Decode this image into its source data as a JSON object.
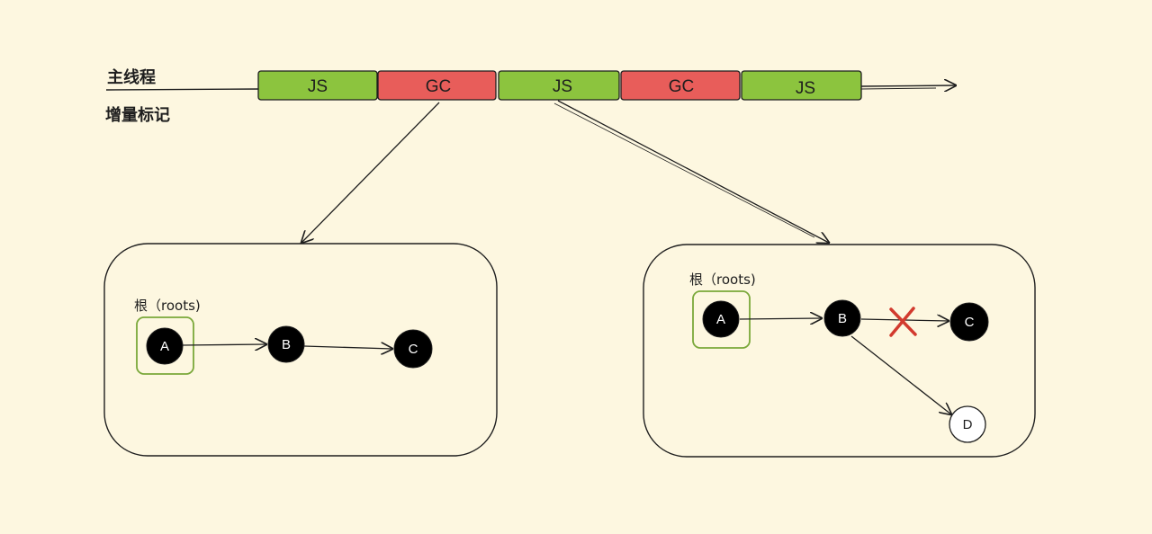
{
  "main_thread_label": "主线程",
  "incremental_label": "增量标记",
  "colors": {
    "background": "#fdf7e0",
    "js_green": "#8cc43e",
    "gc_red": "#e85d5a",
    "root_outline": "#7aa83a",
    "cross_red": "#d23a2e",
    "stroke": "#1e1e1e"
  },
  "timeline": [
    {
      "type": "js",
      "label": "JS"
    },
    {
      "type": "gc",
      "label": "GC"
    },
    {
      "type": "js",
      "label": "JS"
    },
    {
      "type": "gc",
      "label": "GC"
    },
    {
      "type": "js",
      "label": "JS"
    }
  ],
  "left_box": {
    "root_label": "根（roots)",
    "nodes": [
      {
        "id": "A",
        "label": "A",
        "fill": "black",
        "is_root": true
      },
      {
        "id": "B",
        "label": "B",
        "fill": "black"
      },
      {
        "id": "C",
        "label": "C",
        "fill": "black"
      }
    ],
    "edges": [
      {
        "from": "A",
        "to": "B"
      },
      {
        "from": "B",
        "to": "C"
      }
    ]
  },
  "right_box": {
    "root_label": "根（roots)",
    "nodes": [
      {
        "id": "A",
        "label": "A",
        "fill": "black",
        "is_root": true
      },
      {
        "id": "B",
        "label": "B",
        "fill": "black"
      },
      {
        "id": "C",
        "label": "C",
        "fill": "black"
      },
      {
        "id": "D",
        "label": "D",
        "fill": "white"
      }
    ],
    "edges": [
      {
        "from": "A",
        "to": "B"
      },
      {
        "from": "B",
        "to": "C",
        "cut": true
      },
      {
        "from": "B",
        "to": "D"
      }
    ]
  }
}
